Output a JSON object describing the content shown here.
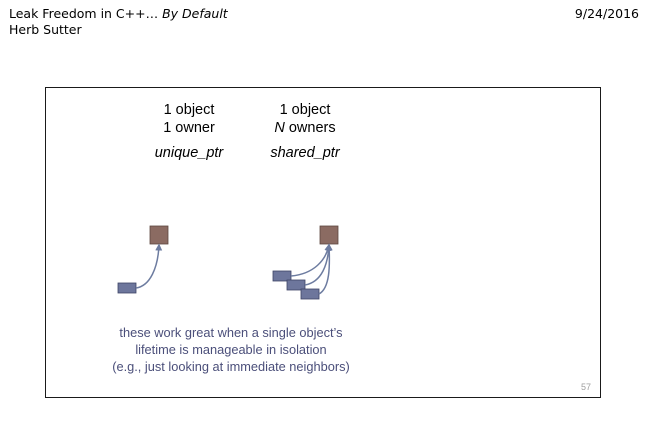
{
  "header": {
    "title_prefix": "Leak Freedom in C++… ",
    "title_emphasis": "By Default",
    "author": "Herb Sutter",
    "date": "9/24/2016"
  },
  "slide": {
    "columns": [
      {
        "line1": "1 object",
        "line2_prefix": "",
        "line2_emphasis": "",
        "line2_rest": "1 owner",
        "pointer_type": "unique_ptr"
      },
      {
        "line1": "1 object",
        "line2_prefix": "",
        "line2_emphasis": "N",
        "line2_rest": " owners",
        "pointer_type": "shared_ptr"
      }
    ],
    "caption": [
      "these work great when a single object’s",
      "lifetime is manageable in isolation",
      "(e.g., just looking at immediate neighbors)"
    ],
    "slide_number": "57"
  },
  "colors": {
    "object_box": "#8b6b62",
    "owner_box": "#6d769c",
    "arrow": "#6d7ca0",
    "caption_text": "#4b4f7a",
    "frame": "#1a1a1a"
  }
}
